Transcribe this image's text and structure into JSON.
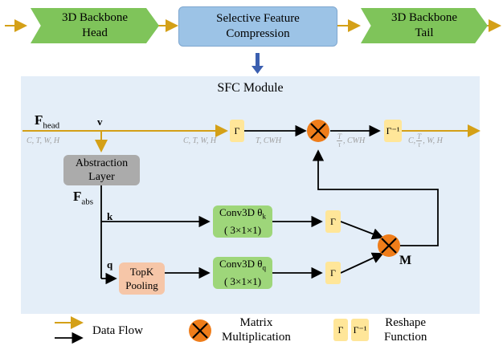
{
  "top_row": {
    "backbone_head": "3D Backbone\nHead",
    "sfc": "Selective Feature\nCompression",
    "backbone_tail": "3D Backbone\nTail"
  },
  "module": {
    "title": "SFC Module",
    "f_head": {
      "base": "F",
      "sub": "head"
    },
    "v": "v",
    "f_abs": {
      "base": "F",
      "sub": "abs"
    },
    "k": "k",
    "q": "q",
    "M": "M",
    "abstraction_layer": "Abstraction\nLayer",
    "conv_k": {
      "line1": "Conv3D θ",
      "sub": "k",
      "line2": "( 3×1×1)"
    },
    "conv_q": {
      "line1": "Conv3D θ",
      "sub": "q",
      "line2": "( 3×1×1)"
    },
    "topk": "TopK\nPooling",
    "gamma": "Γ",
    "gamma_inv": "Γ⁻¹",
    "dims": {
      "head": "C, T, W, H",
      "v_after": "C, T, W, H",
      "gamma_out": "T, CWH",
      "before_inv_a": "T",
      "before_inv_b": "τ",
      "before_inv_c": ", CWH",
      "out_a": "C, ",
      "out_b": "T",
      "out_c": "τ",
      "out_d": ", W, H"
    }
  },
  "legend": {
    "data_flow": "Data Flow",
    "matmul": "Matrix\nMultiplication",
    "reshape": "Reshape\nFunction"
  },
  "colors": {
    "flow": "#d4a017",
    "backbone": "#7fc45a",
    "sfc": "#9cc3e6",
    "panel": "#e4eef8",
    "mult": "#ef7d1a"
  }
}
